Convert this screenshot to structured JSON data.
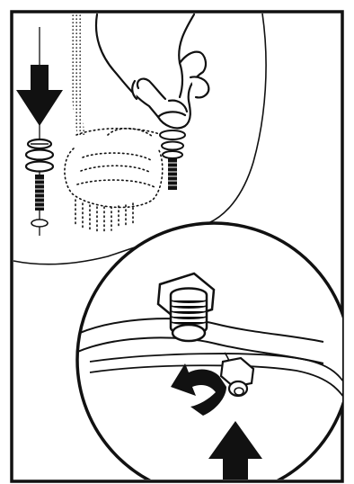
{
  "figure": {
    "kind": "installation-instruction-illustration",
    "colors": {
      "ink": "#111111",
      "paper": "#ffffff"
    },
    "parts": [
      "downward-arrow-icon",
      "mounting-bolt-with-washers",
      "hand-pressing-bolt",
      "fixture-base-dotted-outline",
      "detail-magnifier-circle",
      "hex-nut",
      "rotation-arrow-icon",
      "upward-arrow-icon"
    ]
  }
}
